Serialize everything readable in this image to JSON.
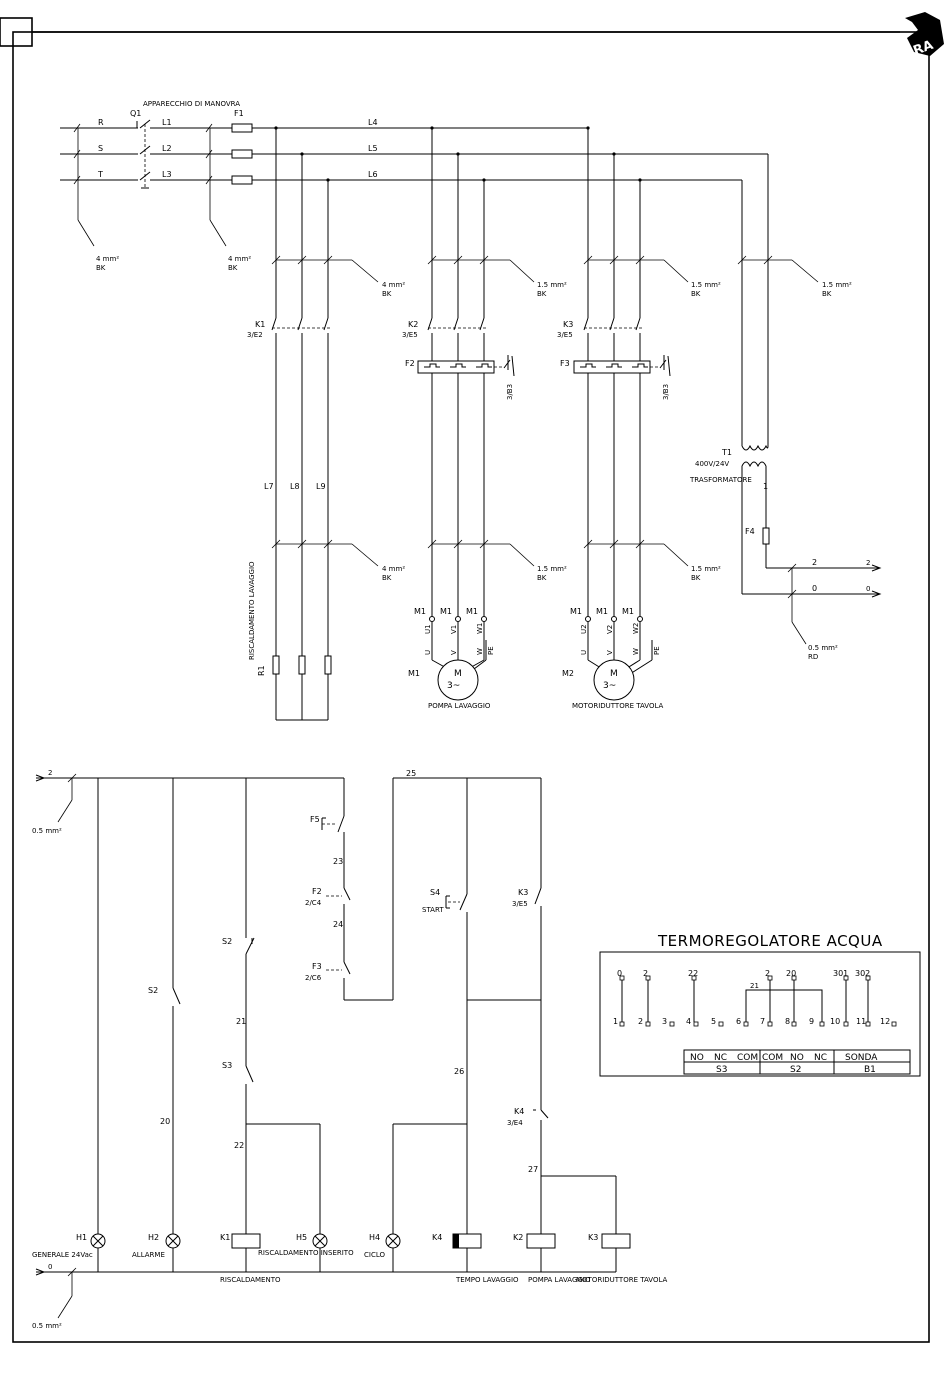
{
  "frame": {
    "logo_text": "RA"
  },
  "power": {
    "switch_label": "APPARECCHIO DI MANOVRA",
    "q1": "Q1",
    "f1": "F1",
    "phases_in": [
      "R",
      "S",
      "T"
    ],
    "phases_out": [
      "L1",
      "L2",
      "L3"
    ],
    "bus": [
      "L4",
      "L5",
      "L6"
    ],
    "cable_4mm": "4 mm²",
    "cable_15mm": "1.5 mm²",
    "cable_05mm": "0.5 mm²",
    "bk": "BK",
    "rd": "RD",
    "k1": "K1",
    "k1_ref": "3/E2",
    "k2": "K2",
    "k2_ref": "3/E5",
    "k3": "K3",
    "k3_ref": "3/E5",
    "f2": "F2",
    "f3": "F3",
    "f4": "F4",
    "ref_b3": "3/B3",
    "heater_lines": [
      "L7",
      "L8",
      "L9"
    ],
    "heater_label": "RISCALDAMENTO LAVAGGIO",
    "r1": "R1",
    "m1": "M1",
    "m2": "M2",
    "m1_terms": [
      "U1",
      "V1",
      "W1"
    ],
    "m2_terms": [
      "U2",
      "V2",
      "W2"
    ],
    "uvw": [
      "U",
      "V",
      "W"
    ],
    "pe": "PE",
    "motor_m": "M",
    "motor_3": "3~",
    "pump_label": "POMPA LAVAGGIO",
    "gear_label": "MOTORIDUTTORE TAVOLA",
    "t1": "T1",
    "t1_rating": "400V/24V",
    "t1_label": "TRASFORMATORE",
    "wire1": "1",
    "wire2": "2",
    "wire0": "0"
  },
  "control": {
    "wire_2": "2",
    "wire_0": "0",
    "cable": "0.5 mm²",
    "wire_25": "25",
    "wire_23": "23",
    "wire_24": "24",
    "wire_21": "21",
    "wire_20": "20",
    "wire_22": "22",
    "wire_26": "26",
    "wire_27": "27",
    "f5": "F5",
    "f2": "F2",
    "f2_ref": "2/C4",
    "f3": "F3",
    "f3_ref": "2/C6",
    "s4": "S4",
    "s4_label": "START",
    "k3": "K3",
    "k3_ref": "3/E5",
    "s2": "S2",
    "s3": "S3",
    "k4": "K4",
    "k4_ref": "3/E4",
    "h1": "H1",
    "h1_label": "GENERALE 24Vac",
    "h2": "H2",
    "h2_label": "ALLARME",
    "k1": "K1",
    "h5": "H5",
    "h5_label": "RISCALDAMENTO INSERITO",
    "h4": "H4",
    "h4_label": "CICLO",
    "k2": "K2",
    "k1_group": "RISCALDAMENTO",
    "k4_group": "TEMPO LAVAGGIO",
    "k2_group": "POMPA LAVAGGIO",
    "k3_group": "MOTORIDUTTORE TAVOLA"
  },
  "thermo": {
    "title": "TERMOREGOLATORE ACQUA",
    "top_labels": [
      "0",
      "2",
      "22",
      "2",
      "20",
      "21",
      "301",
      "302"
    ],
    "bottom_terms": [
      "1",
      "2",
      "3",
      "4",
      "5",
      "6",
      "7",
      "8",
      "9",
      "10",
      "11",
      "12"
    ],
    "row1": [
      "NO",
      "NC",
      "COM",
      "COM",
      "NO",
      "NC",
      "SONDA"
    ],
    "row2": [
      "S3",
      "S2",
      "B1"
    ]
  }
}
